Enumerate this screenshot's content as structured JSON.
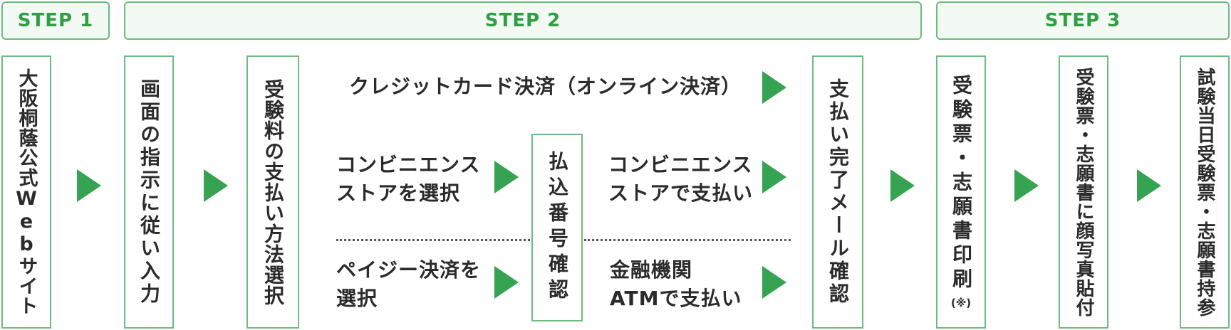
{
  "steps": {
    "step1": "STEP 1",
    "step2": "STEP 2",
    "step3": "STEP 3"
  },
  "boxes": {
    "official_site": "大阪桐蔭公式Webサイト",
    "screen_input": "画面の指示に従い入力",
    "payment_method": "受験料の支払い方法選択",
    "payment_number": "払込番号確認",
    "completion_mail": "支払い完了メール確認",
    "print_ticket": "受験票・志願書印刷",
    "print_note": "(※)",
    "attach_photo": "受験票・志願書に顔写真貼付",
    "exam_day": "試験当日受験票・志願書持参"
  },
  "options": {
    "credit_card": "クレジットカード決済（オンライン決済）",
    "convenience_select_1": "コンビニエンス",
    "convenience_select_2": "ストアを選択",
    "payeasy_select_1": "ペイジー決済を",
    "payeasy_select_2": "選択",
    "convenience_pay_1": "コンビニエンス",
    "convenience_pay_2": "ストアで支払い",
    "bank_pay_1": "金融機関",
    "bank_pay_2": "ATMで支払い"
  },
  "colors": {
    "accent_green": "#35a352",
    "border_green": "#6dbb7e"
  }
}
